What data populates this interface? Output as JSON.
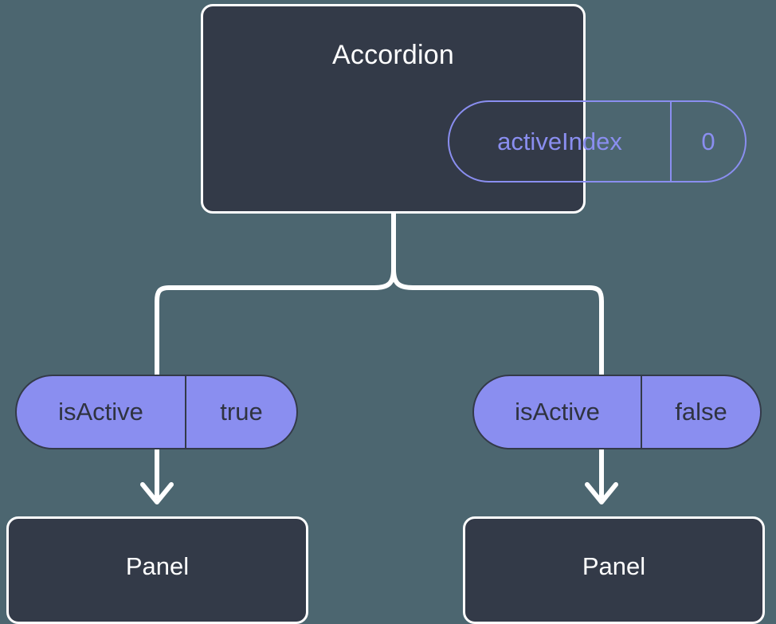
{
  "diagram": {
    "type": "component-state-tree",
    "background_color": "#4c6670",
    "node_fill": "#333a48",
    "node_stroke": "#ffffff",
    "accent_color": "#8a8ef0",
    "connector_color": "#ffffff"
  },
  "root": {
    "title": "Accordion",
    "prop": {
      "key": "activeIndex",
      "value": "0"
    }
  },
  "branches": [
    {
      "prop": {
        "key": "isActive",
        "value": "true"
      },
      "child": {
        "title": "Panel"
      }
    },
    {
      "prop": {
        "key": "isActive",
        "value": "false"
      },
      "child": {
        "title": "Panel"
      }
    }
  ]
}
